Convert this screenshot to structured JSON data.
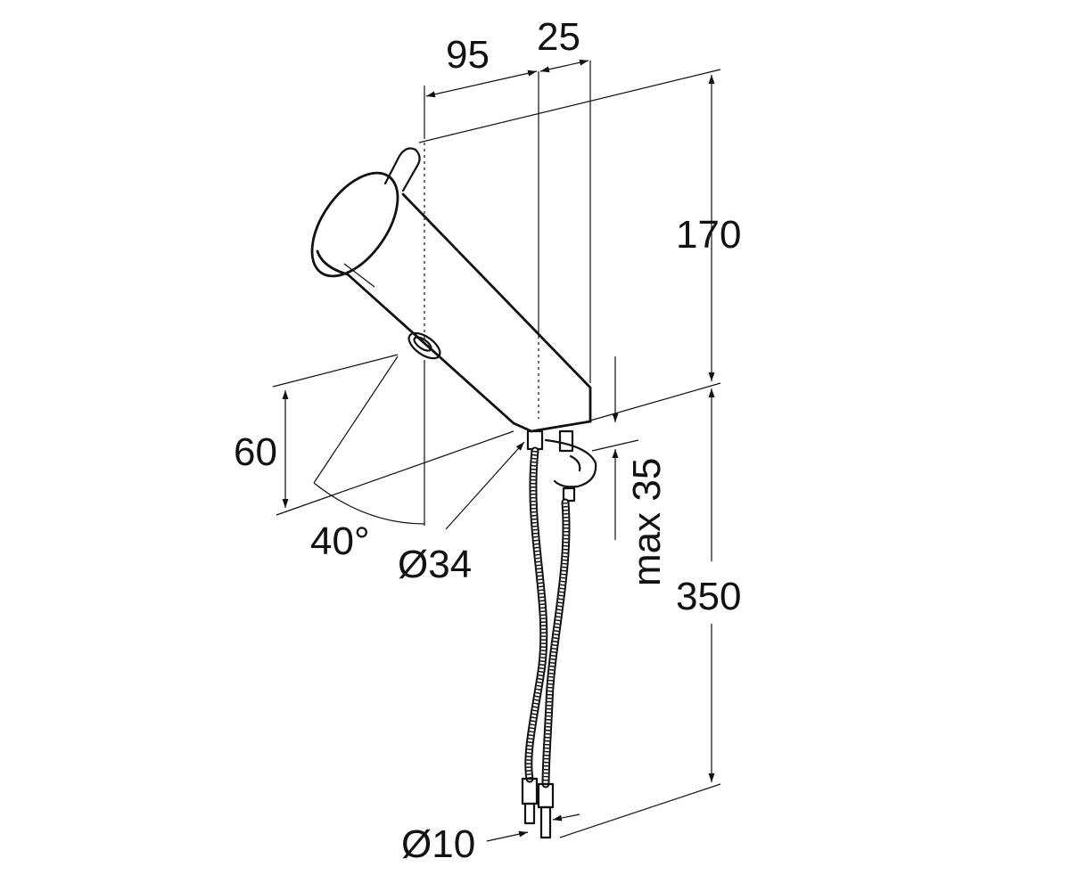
{
  "dimensions": {
    "top_reach": "95",
    "top_offset": "25",
    "height_above_deck": "170",
    "aerator_height": "60",
    "angle": "40°",
    "base_diameter": "Ø34",
    "deck_thickness": "max 35",
    "hose_length": "350",
    "connection_diameter": "Ø10"
  },
  "colors": {
    "line": "#111111",
    "background": "#ffffff"
  }
}
